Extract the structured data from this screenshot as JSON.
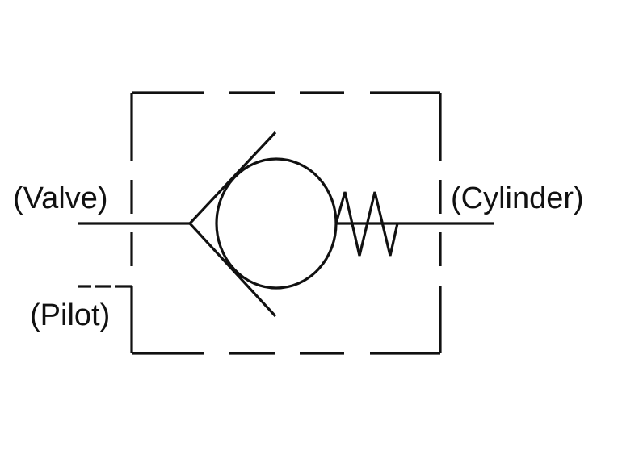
{
  "diagram": {
    "labels": {
      "valve": "(Valve)",
      "cylinder": "(Cylinder)",
      "pilot": "(Pilot)"
    },
    "symbol": "pilot-operated-check-valve",
    "colors": {
      "stroke": "#111111",
      "background": "#ffffff"
    }
  }
}
